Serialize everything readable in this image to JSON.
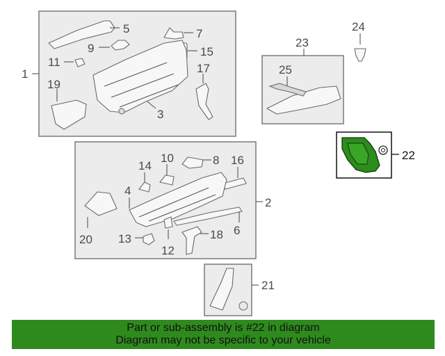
{
  "callouts": {
    "c1": "1",
    "c2": "2",
    "c3": "3",
    "c4": "4",
    "c5": "5",
    "c6": "6",
    "c7": "7",
    "c8": "8",
    "c9": "9",
    "c10": "10",
    "c11": "11",
    "c12": "12",
    "c13": "13",
    "c14": "14",
    "c15": "15",
    "c16": "16",
    "c17": "17",
    "c18": "18",
    "c19": "19",
    "c20": "20",
    "c21": "21",
    "c22": "22",
    "c23": "23",
    "c24": "24",
    "c25": "25"
  },
  "highlight": {
    "part": "22",
    "color": "#2e8b1e"
  },
  "banner": {
    "line1": "Part or sub-assembly is #22 in diagram",
    "line2": "Diagram may not be specific to your vehicle",
    "color": "#2f8a1e"
  }
}
